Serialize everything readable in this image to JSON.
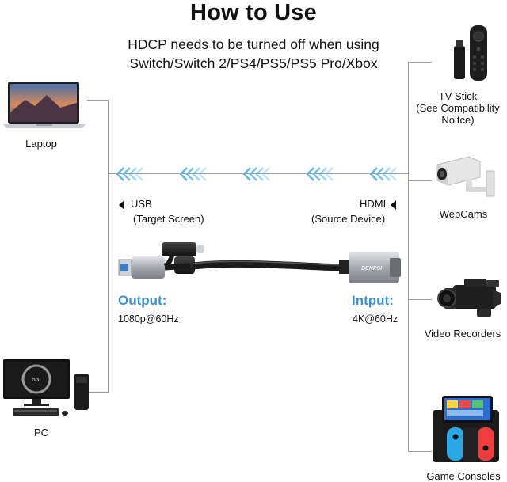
{
  "title": "How to Use",
  "subtitle_lines": [
    "HDCP needs to be turned off when using",
    "Switch/Switch 2/PS4/PS5/PS5 Pro/Xbox"
  ],
  "devices": {
    "laptop": "Laptop",
    "pc": "PC",
    "tv_stick_lines": [
      "TV Stick",
      "(See Compatibility",
      "Noitce)"
    ],
    "webcams": "WebCams",
    "video_recorders": "Video Recorders",
    "game_consoles": "Game Consoles"
  },
  "ports": {
    "usb": {
      "label": "USB",
      "sub": "(Target Screen)"
    },
    "hdmi": {
      "label": "HDMI",
      "sub": "(Source Device)"
    }
  },
  "output": {
    "heading": "Output:",
    "value": "1080p@60Hz"
  },
  "input": {
    "heading": "Intput:",
    "value": "4K@60Hz"
  },
  "adapter_brand": "DENPSI",
  "colors": {
    "accent_blue": "#3b8fd6",
    "arrow_blue": "#5ab8e6",
    "line_gray": "#9a9a9a"
  }
}
